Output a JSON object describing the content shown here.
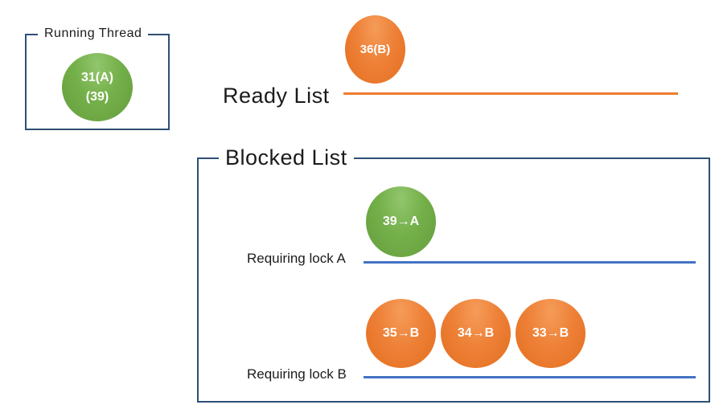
{
  "colors": {
    "orange": "#ED7D31",
    "green": "#70AD47",
    "line_blue": "#4472C4",
    "box_border": "#2F4E74"
  },
  "running_thread": {
    "label": "Running Thread",
    "thread": {
      "line1": "31(A)",
      "line2": "(39)",
      "color": "green"
    }
  },
  "ready_list": {
    "label": "Ready List",
    "threads": [
      {
        "text": "36(B)",
        "color": "orange"
      }
    ]
  },
  "blocked_list": {
    "label": "Blocked List",
    "queues": [
      {
        "label": "Requiring lock A",
        "threads": [
          {
            "text": "39→A",
            "color": "green"
          }
        ]
      },
      {
        "label": "Requiring lock B",
        "threads": [
          {
            "text": "35→B",
            "color": "orange"
          },
          {
            "text": "34→B",
            "color": "orange"
          },
          {
            "text": "33→B",
            "color": "orange"
          }
        ]
      }
    ]
  }
}
